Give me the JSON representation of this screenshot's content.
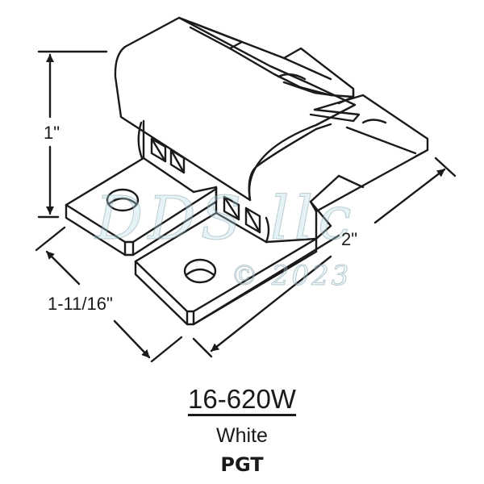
{
  "drawing": {
    "subject": "window lock keeper / strike hardware isometric drawing",
    "dimensions": {
      "height": "1\"",
      "width": "1-11/16\"",
      "length": "2\""
    },
    "watermark": {
      "brand": "DDS llc",
      "copyright": "© 2023"
    },
    "colors": {
      "line": "#1a1a1a",
      "background": "#ffffff",
      "watermark": "#a8d4e0"
    }
  },
  "caption": {
    "part_number": "16-620W",
    "color": "White",
    "brand": "PGT"
  }
}
